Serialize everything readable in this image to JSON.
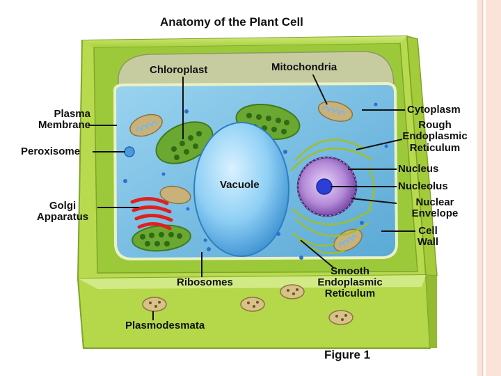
{
  "title": "Anatomy of the Plant Cell",
  "figure_caption": "Figure 1",
  "labels": {
    "chloroplast": "Chloroplast",
    "mitochondria": "Mitochondria",
    "plasma_membrane_1": "Plasma",
    "plasma_membrane_2": "Membrane",
    "peroxisome": "Peroxisome",
    "golgi_1": "Golgi",
    "golgi_2": "Apparatus",
    "vacuole": "Vacuole",
    "ribosomes": "Ribosomes",
    "plasmodesmata": "Plasmodesmata",
    "cytoplasm": "Cytoplasm",
    "rough_er_1": "Rough",
    "rough_er_2": "Endoplasmic",
    "rough_er_3": "Reticulum",
    "nucleus": "Nucleus",
    "nucleolus": "Nucleolus",
    "nuclear_envelope_1": "Nuclear",
    "nuclear_envelope_2": "Envelope",
    "cell_wall_1": "Cell",
    "cell_wall_2": "Wall",
    "smooth_er_1": "Smooth",
    "smooth_er_2": "Endoplasmic",
    "smooth_er_3": "Reticulum"
  },
  "colors": {
    "cell_wall": "#b5d84a",
    "cytoplasm": "#7ec3e6",
    "vacuole": "#8fd0f5",
    "chloroplast": "#6aa832",
    "golgi": "#e02020",
    "nucleus": "#8a5bb8",
    "nucleolus": "#2b3fd6",
    "mitochondria": "#c9b27a"
  }
}
